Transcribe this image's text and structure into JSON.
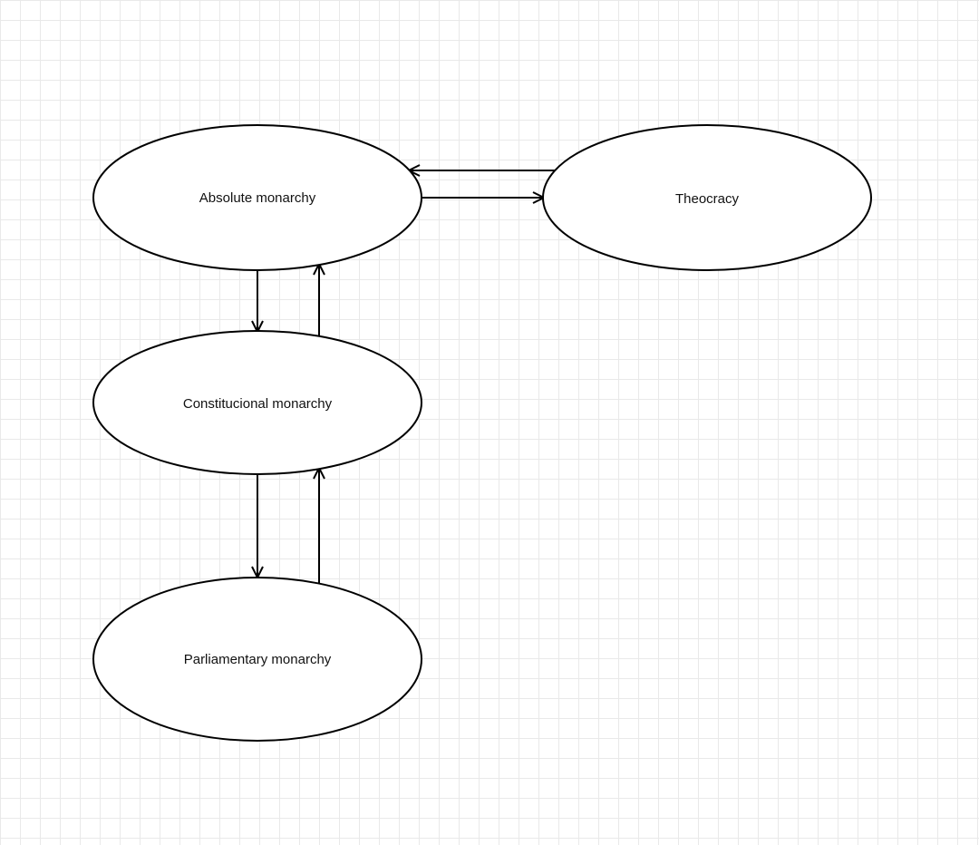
{
  "diagram": {
    "nodes": [
      {
        "id": "absolute",
        "label": "Absolute monarchy"
      },
      {
        "id": "theocracy",
        "label": "Theocracy"
      },
      {
        "id": "constitutional",
        "label": "Constitucional monarchy"
      },
      {
        "id": "parliamentary",
        "label": "Parliamentary monarchy"
      }
    ],
    "edges": [
      {
        "from": "absolute",
        "to": "theocracy"
      },
      {
        "from": "theocracy",
        "to": "absolute"
      },
      {
        "from": "absolute",
        "to": "constitutional"
      },
      {
        "from": "constitutional",
        "to": "absolute"
      },
      {
        "from": "constitutional",
        "to": "parliamentary"
      },
      {
        "from": "parliamentary",
        "to": "constitutional"
      }
    ],
    "colors": {
      "stroke": "#000000",
      "grid": "#e9e9e9",
      "background": "#ffffff"
    }
  }
}
